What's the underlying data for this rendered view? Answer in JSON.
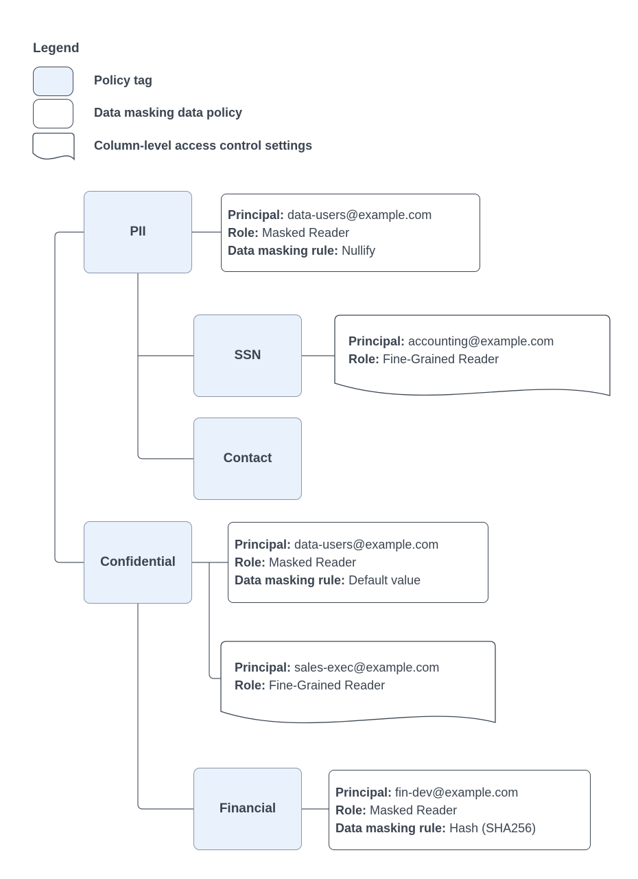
{
  "legend": {
    "title": "Legend",
    "items": [
      {
        "swatch": "policy-tag-swatch",
        "label": "Policy tag"
      },
      {
        "swatch": "data-masking-policy-swatch",
        "label": "Data masking data policy"
      },
      {
        "swatch": "access-control-swatch",
        "label": "Column-level access control settings"
      }
    ]
  },
  "nodes": {
    "pii": {
      "label": "PII"
    },
    "ssn": {
      "label": "SSN"
    },
    "contact": {
      "label": "Contact"
    },
    "confidential": {
      "label": "Confidential"
    },
    "financial": {
      "label": "Financial"
    }
  },
  "policies": {
    "pii_masking": {
      "type": "data-masking-data-policy",
      "lines": [
        {
          "label": "Principal:",
          "value": "data-users@example.com"
        },
        {
          "label": "Role:",
          "value": "Masked Reader"
        },
        {
          "label": "Data masking rule:",
          "value": "Nullify"
        }
      ]
    },
    "ssn_access": {
      "type": "column-level-access-control-settings",
      "lines": [
        {
          "label": "Principal:",
          "value": "accounting@example.com"
        },
        {
          "label": "Role:",
          "value": "Fine-Grained Reader"
        }
      ]
    },
    "confidential_masking": {
      "type": "data-masking-data-policy",
      "lines": [
        {
          "label": "Principal:",
          "value": "data-users@example.com"
        },
        {
          "label": "Role:",
          "value": "Masked Reader"
        },
        {
          "label": "Data masking rule:",
          "value": "Default value"
        }
      ]
    },
    "confidential_access": {
      "type": "column-level-access-control-settings",
      "lines": [
        {
          "label": "Principal:",
          "value": "sales-exec@example.com"
        },
        {
          "label": "Role:",
          "value": "Fine-Grained Reader"
        }
      ]
    },
    "financial_masking": {
      "type": "data-masking-data-policy",
      "lines": [
        {
          "label": "Principal:",
          "value": "fin-dev@example.com"
        },
        {
          "label": "Role:",
          "value": "Masked Reader"
        },
        {
          "label": "Data masking rule:",
          "value": "Hash (SHA256)"
        }
      ]
    }
  },
  "colors": {
    "policy_tag_fill": "#e9f1fc",
    "policy_tag_border": "#8897a9",
    "box_border": "#3d4754",
    "connector": "#4d5866",
    "text": "#3b4450"
  }
}
